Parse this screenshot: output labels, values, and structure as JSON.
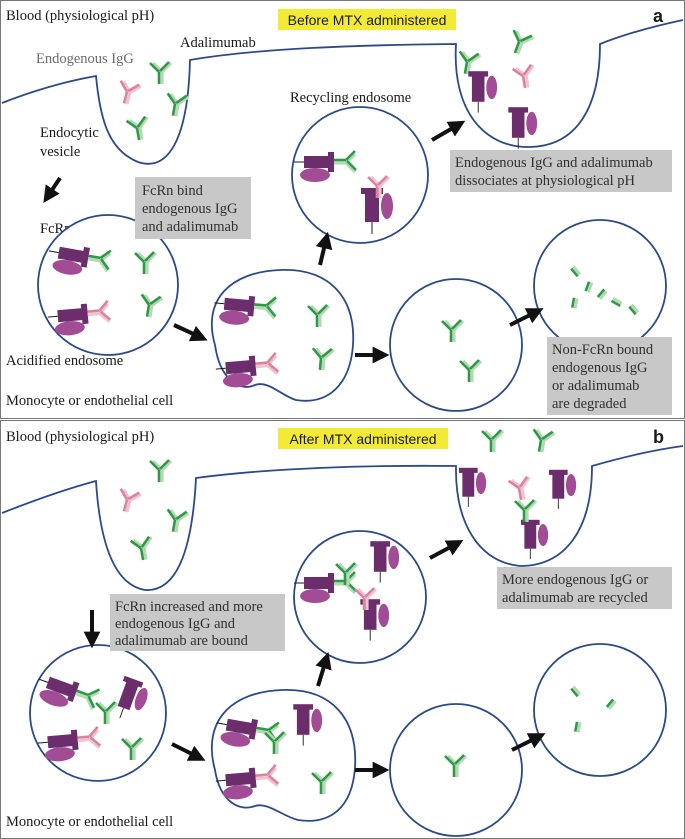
{
  "colors": {
    "membrane": "#2b4a8a",
    "fcrn": "#6b2d6b",
    "fcrn_light": "#a14c95",
    "adalimumab": "#2e9a46",
    "adalimumab_light": "#b4d9b4",
    "endogenous_igg": "#d9849f",
    "endogenous_igg_light": "#f2c2cf",
    "highlight": "#f2ea35",
    "grey_box": "#c8c8c8",
    "arrow": "#111111"
  },
  "panel_a": {
    "letter": "a",
    "blood_label": "Blood (physiological pH)",
    "title": "Before MTX administered",
    "endogenous_igg_label": "Endogenous IgG",
    "adalimumab_label": "Adalimumab",
    "endocytic_vesicle_label": [
      "Endocytic",
      "vesicle"
    ],
    "fcrn_label": "FcRn",
    "acidified_endosome_label": "Acidified endosome",
    "cell_label": "Monocyte or endothelial cell",
    "recycling_endosome_label": "Recycling endosome",
    "box_bind": [
      "FcRn bind",
      "endogenous IgG",
      "and adalimumab"
    ],
    "box_dissociate": [
      "Endogenous IgG and adalimumab",
      "dissociates at physiological pH"
    ],
    "box_degraded": [
      "Non-FcRn bound",
      "endogenous IgG",
      "or adalimumab",
      "are degraded"
    ]
  },
  "panel_b": {
    "letter": "b",
    "blood_label": "Blood (physiological pH)",
    "title": "After MTX administered",
    "cell_label": "Monocyte or endothelial cell",
    "box_increased": [
      "FcRn increased and more",
      "endogenous IgG and",
      "adalimumab are bound"
    ],
    "box_recycled": [
      "More endogenous IgG or",
      "adalimumab are recycled"
    ]
  }
}
